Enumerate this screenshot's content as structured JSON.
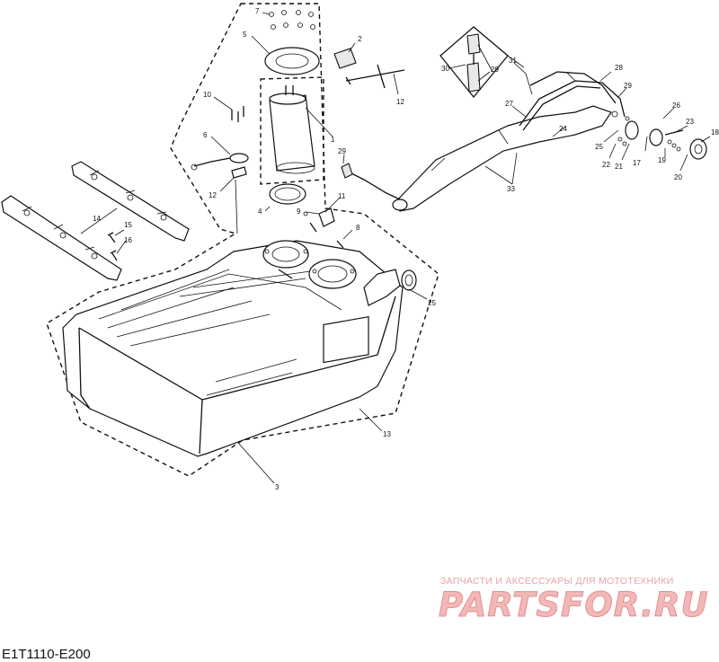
{
  "diagram": {
    "part_labels": [
      "1",
      "2",
      "3",
      "4",
      "5",
      "6",
      "7",
      "8",
      "9",
      "10",
      "11",
      "12",
      "12",
      "13",
      "14",
      "15",
      "16",
      "17",
      "18",
      "19",
      "20",
      "21",
      "22",
      "23",
      "24",
      "25",
      "25",
      "26",
      "27",
      "28",
      "29",
      "29",
      "29",
      "30",
      "31",
      "33"
    ]
  },
  "watermark": {
    "tagline": "ЗАПЧАСТИ И АКСЕССУАРЫ ДЛЯ МОТОТЕХНИКИ",
    "logo": "PARTSFOR.RU"
  },
  "figure_code": "E1T1110-E200"
}
